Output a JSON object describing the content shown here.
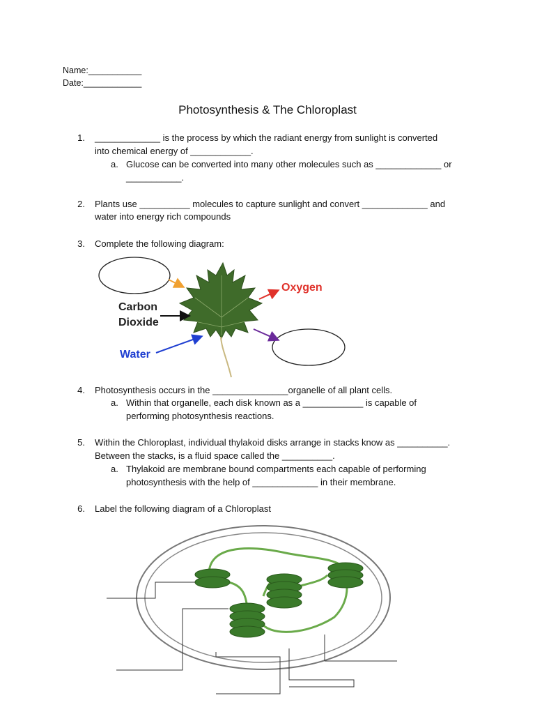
{
  "header": {
    "name": "Name:___________",
    "date": "Date:____________"
  },
  "title": "Photosynthesis & The Chloroplast",
  "questions": [
    {
      "num": "1.",
      "line1": "_____________ is the process by which the radiant energy from sunlight is converted",
      "line2": "into chemical energy of ____________.",
      "sub": {
        "label": "a.",
        "line1": "Glucose can be converted into many other molecules such as _____________ or",
        "line2": "___________."
      }
    },
    {
      "num": "2.",
      "line1": "Plants use __________ molecules to capture sunlight and convert _____________ and",
      "line2": "water into energy rich compounds"
    },
    {
      "num": "3.",
      "line1": "Complete the following diagram:"
    },
    {
      "num": "4.",
      "line1": "Photosynthesis occurs in the _______________organelle of all plant cells.",
      "sub": {
        "label": "a.",
        "line1": "Within that organelle, each disk known as a ____________ is capable of",
        "line2": "performing photosynthesis reactions."
      }
    },
    {
      "num": "5.",
      "line1": "Within the Chloroplast, individual thylakoid disks arrange in stacks know as __________.",
      "line2": "Between the stacks, is a fluid space called the __________.",
      "sub": {
        "label": "a.",
        "line1": "Thylakoid are membrane bound compartments each capable of performing",
        "line2": "photosynthesis with the help of _____________ in their membrane."
      }
    },
    {
      "num": "6.",
      "line1": "Label the following diagram of a Chloroplast"
    }
  ],
  "leaf_diagram": {
    "labels": {
      "carbon": "Carbon",
      "dioxide": "Dioxide",
      "oxygen": "Oxygen",
      "water": "Water"
    },
    "colors": {
      "oxygen": "#e0322b",
      "water": "#1f3fd1",
      "input_arrow": "#f0a030",
      "output_arrow": "#6a2a9a",
      "leaf": "#3f6b2a"
    }
  },
  "chloroplast_diagram": {
    "colors": {
      "stack": "#3a7a2a",
      "lamella": "#6aaa4a",
      "membrane": "#777777"
    }
  }
}
